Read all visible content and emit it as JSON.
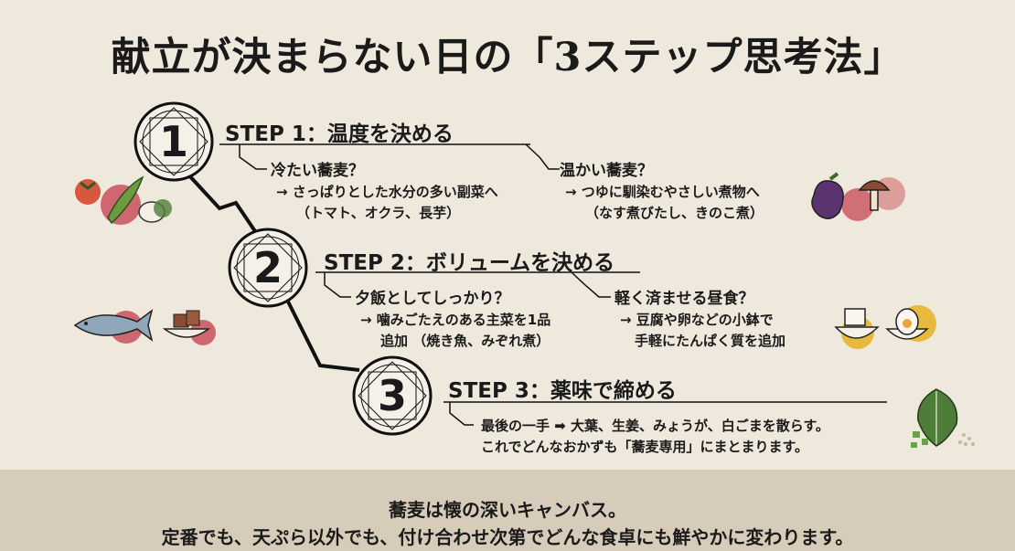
{
  "title": "献立が決まらない日の「3ステップ思考法」",
  "steps": [
    {
      "number": "1",
      "heading": "STEP 1：温度を決める",
      "options": [
        {
          "question": "冷たい蕎麦？",
          "line1": "→ さっぱりとした水分の多い副菜へ",
          "line2": "（トマト、オクラ、長芋）"
        },
        {
          "question": "温かい蕎麦？",
          "line1": "→ つゆに馴染むやさしい煮物へ",
          "line2": "（なす煮びたし、きのこ煮）"
        }
      ]
    },
    {
      "number": "2",
      "heading": "STEP 2：ボリュームを決める",
      "options": [
        {
          "question": "夕飯としてしっかり？",
          "line1": "→ 噛みごたえのある主菜を1品",
          "line2": "追加 （焼き魚、みぞれ煮）"
        },
        {
          "question": "軽く済ませる昼食？",
          "line1": "→ 豆腐や卵などの小鉢で",
          "line2": "手軽にたんぱく質を追加"
        }
      ]
    },
    {
      "number": "3",
      "heading": "STEP 3：薬味で締める",
      "line1": "最後の一手 ➡ 大葉、生姜、みょうが、白ごまを散らす。",
      "line2": "これでどんなおかずも「蕎麦専用」にまとまります。"
    }
  ],
  "footer": {
    "line1": "蕎麦は懐の深いキャンバス。",
    "line2": "定番でも、天ぷら以外でも、付け合わせ次第でどんな食卓にも鮮やかに変わります。"
  },
  "icons": {
    "step1_left": "tomato-okra-yam-icon",
    "step1_right": "eggplant-mushroom-icon",
    "step2_left": "grilled-fish-and-simmered-dish-icon",
    "step2_right": "tofu-and-egg-bowl-icon",
    "step3_right": "shiso-leaf-and-condiments-icon"
  },
  "colors": {
    "background": "#efe8dc",
    "footer": "#d7cbb9",
    "accent_red": "#c9505d",
    "accent_green": "#4e7d3a",
    "accent_yellow": "#e7b93c",
    "accent_purple": "#6b3d7a"
  }
}
